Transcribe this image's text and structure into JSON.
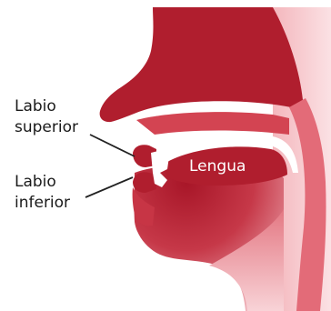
{
  "labels": {
    "upper_lip": {
      "line1": "Labio",
      "line2": "superior"
    },
    "lower_lip": {
      "line1": "Labio",
      "line2": "inferior"
    },
    "tongue": "Lengua"
  },
  "colors": {
    "dark_red": "#b01e2e",
    "mid_red": "#cc3b4a",
    "light_pink": "#f7c9cd",
    "pale_pink": "#fbe2e4",
    "leader_line": "#222222"
  }
}
